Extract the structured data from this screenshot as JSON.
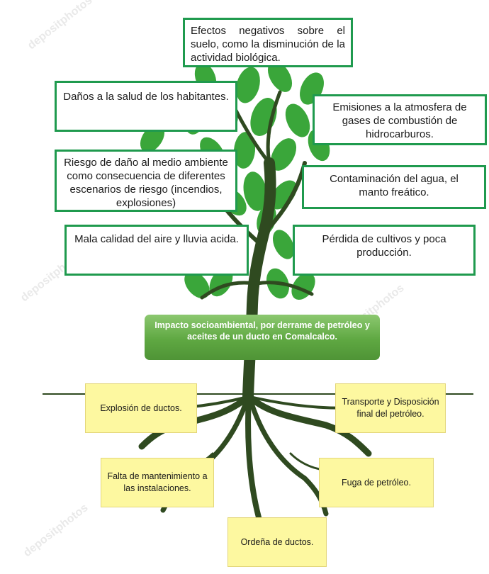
{
  "effects": {
    "soil": "Efectos negativos sobre el suelo, como la disminución de la actividad biológica.",
    "health": "Daños a la salud de los habitantes.",
    "atmosphere": "Emisiones a la atmosfera de gases de combustión de hidrocarburos.",
    "risk": "Riesgo de daño al medio ambiente como consecuencia de diferentes escenarios de riesgo (incendios, explosiones)",
    "water": "Contaminación del agua, el manto freático.",
    "air": "Mala calidad del aire y lluvia acida.",
    "crops": "Pérdida de cultivos y poca producción."
  },
  "center": {
    "title": "Impacto socioambiental, por derrame de petróleo y aceites de un ducto en Comalcalco."
  },
  "causes": {
    "explosion": "Explosión de ductos.",
    "transport": "Transporte y Disposición final del petróleo.",
    "maintenance": "Falta de mantenimiento a las instalaciones.",
    "leak": "Fuga de petróleo.",
    "milking": "Ordeña de ductos."
  },
  "watermark": "depositphotos",
  "colors": {
    "box_border": "#1f9a4e",
    "leaves": "#3aa63a",
    "trunk": "#2f4a20",
    "banner": "#5fa842",
    "note_fill": "#fdf8a0"
  }
}
